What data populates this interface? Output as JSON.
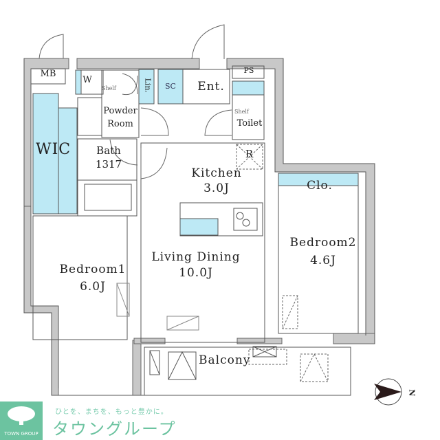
{
  "floorplan": {
    "rooms": {
      "mb": "MB",
      "washer": "W",
      "shelf_1": "Shelf",
      "linen": "Lin.",
      "shoe_closet": "SC",
      "entrance": "Ent.",
      "ps": "PS",
      "shelf_2": "Shelf",
      "toilet": "Toilet",
      "powder_room_line1": "Powder",
      "powder_room_line2": "Room",
      "wic": "WIC",
      "bath_label": "Bath",
      "bath_size": "1317",
      "refrigerator": "R",
      "kitchen_label": "Kitchen",
      "kitchen_size": "3.0J",
      "closet": "Clo.",
      "bedroom2_label": "Bedroom2",
      "bedroom2_size": "4.6J",
      "living_label": "Living Dining",
      "living_size": "10.0J",
      "bedroom1_label": "Bedroom1",
      "bedroom1_size": "6.0J",
      "balcony": "Balcony"
    },
    "compass": {
      "label": "N"
    },
    "colors": {
      "wall": "#c8c8c8",
      "storage": "#bde9f5",
      "line": "#555555"
    }
  },
  "branding": {
    "logo_label": "TOWN GROUP",
    "tagline": "ひとを、まちを、もっと豊かに。",
    "brand_name": "タウングループ",
    "accent": "#6cc3a0"
  }
}
